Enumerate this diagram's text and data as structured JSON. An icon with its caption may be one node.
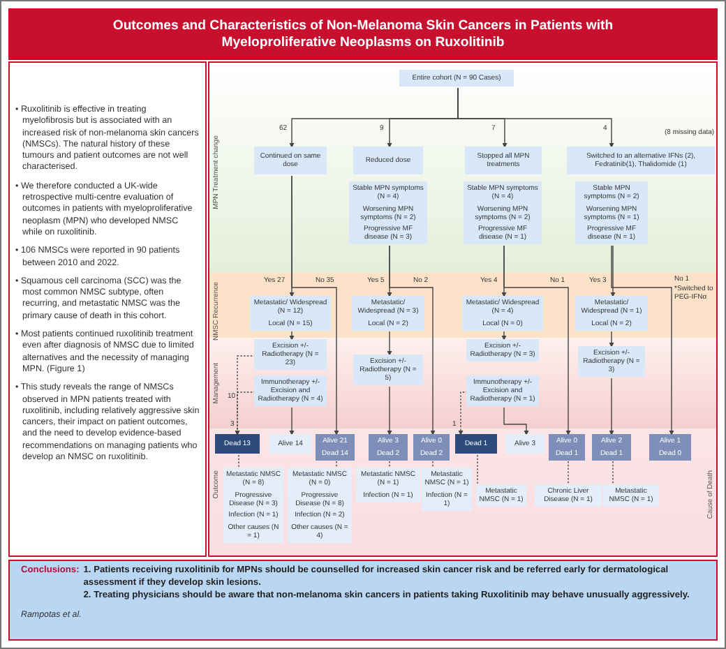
{
  "diagram": {
    "title": "Outcomes and Characteristics of Non-Melanoma Skin Cancers in Patients with Myeloproliferative Neoplasms on Ruxolitinib",
    "nodes": [
      {
        "text": [
          "Entire cohort (N = 90 Cases)"
        ]
      },
      {
        "text": [
          "Continued on same dose"
        ]
      },
      {
        "text": [
          "Reduced dose"
        ]
      },
      {
        "text": [
          "Stopped all MPN treatments"
        ]
      },
      {
        "text": [
          "Switched to an alternative IFNs (2), Fedratinib(1), Thalidomide (1)"
        ]
      },
      {
        "text": [
          "Stable MPN symptoms (N = 4)",
          "Worsening MPN symptoms (N = 2)",
          "Progressive MF disease (N = 3)"
        ]
      },
      {
        "text": [
          "Stable MPN symptoms (N = 4)",
          "Worsening MPN symptoms (N = 2)",
          "Progressive MF disease (N = 1)"
        ]
      },
      {
        "text": [
          "Stable MPN symptoms (N = 2)",
          "Worsening MPN symptoms (N = 1)",
          "Progressive MF disease (N = 1)"
        ]
      },
      {
        "text": [
          "Metastatic/ Widespread (N = 12)",
          "Local (N = 15)"
        ]
      },
      {
        "text": [
          "Metastatic/ Widespread (N = 3)",
          "Local (N = 2)"
        ]
      },
      {
        "text": [
          "Metastatic/ Widespread (N = 4)",
          "Local (N = 0)"
        ]
      },
      {
        "text": [
          "Metastatic/ Widespread (N = 1)",
          "Local (N = 2)"
        ]
      },
      {
        "text": [
          "Excision +/- Radiotherapy (N = 23)"
        ]
      },
      {
        "text": [
          "Immunotherapy +/- Excision and Radiotherapy (N = 4)"
        ]
      },
      {
        "text": [
          "Excision +/- Radiotherapy (N = 5)"
        ]
      },
      {
        "text": [
          "Excision +/- Radiotherapy (N = 3)"
        ]
      },
      {
        "text": [
          "Immunotherapy +/- Excision and Radiotherapy (N = 1)"
        ]
      },
      {
        "text": [
          "Excision +/- Radiotherapy (N = 3)"
        ]
      },
      {
        "text": [
          "Dead 13"
        ]
      },
      {
        "text": [
          "Alive 14"
        ]
      },
      {
        "text": [
          "Alive 21",
          "Dead 14"
        ]
      },
      {
        "text": [
          "Alive 3",
          "Dead 2"
        ]
      },
      {
        "text": [
          "Alive 0",
          "Dead 2"
        ]
      },
      {
        "text": [
          "Dead 1"
        ]
      },
      {
        "text": [
          "Alive 3"
        ]
      },
      {
        "text": [
          "Alive 0",
          "Dead 1"
        ]
      },
      {
        "text": [
          "Alive 2",
          "Dead 1"
        ]
      },
      {
        "text": [
          "Alive 1",
          "Dead 0"
        ]
      },
      {
        "text": [
          "Metastatic NMSC (N = 8)",
          "Progressive Disease (N = 3)",
          "Infection (N = 1)",
          "Other causes (N = 1)"
        ]
      },
      {
        "text": [
          "Metastatic NMSC (N = 0)",
          "Progressive Disease (N = 8)",
          "Infection (N = 2)",
          "Other causes (N = 4)"
        ]
      },
      {
        "text": [
          "Metastatic NMSC (N = 1)",
          "Infection (N = 1)"
        ]
      },
      {
        "text": [
          "Metastatic NMSC (N = 1)",
          "Infection (N = 1)"
        ]
      },
      {
        "text": [
          "Metastatic NMSC (N = 1)"
        ]
      },
      {
        "text": [
          "Chronic Liver Disease (N = 1)"
        ]
      },
      {
        "text": [
          "Metastatic NMSC (N = 1)"
        ]
      }
    ],
    "edges": [
      {
        "from": 0,
        "to": 1,
        "arrow": "to",
        "label": "62"
      },
      {
        "from": 0,
        "to": 2,
        "arrow": "to",
        "label": "9"
      },
      {
        "from": 0,
        "to": 3,
        "arrow": "to",
        "label": "7"
      },
      {
        "from": 0,
        "to": 4,
        "arrow": "to",
        "label": "4"
      },
      {
        "from": 1,
        "to": 8,
        "arrow": "to",
        "label": "Yes 27"
      },
      {
        "from": 1,
        "to": 20,
        "arrow": "to",
        "label": "No 35"
      },
      {
        "from": 5,
        "to": 9,
        "arrow": "to",
        "label": "Yes 5"
      },
      {
        "from": 5,
        "to": 22,
        "arrow": "to",
        "label": "No 2"
      },
      {
        "from": 6,
        "to": 10,
        "arrow": "to",
        "label": "Yes 4"
      },
      {
        "from": 6,
        "to": 25,
        "arrow": "to",
        "label": "No 1"
      },
      {
        "from": 7,
        "to": 11,
        "arrow": "to",
        "label": "Yes 3"
      },
      {
        "from": 7,
        "to": 27,
        "arrow": "to",
        "label": "No 1"
      },
      {
        "from": 8,
        "to": 12,
        "arrow": "to"
      },
      {
        "from": 9,
        "to": 14,
        "arrow": "to"
      },
      {
        "from": 10,
        "to": 15,
        "arrow": "to"
      },
      {
        "from": 11,
        "to": 17,
        "arrow": "to"
      },
      {
        "from": 12,
        "to": 18,
        "arrow": "to",
        "label": "10",
        "style": "dashed"
      },
      {
        "from": 13,
        "to": 18,
        "arrow": "to",
        "label": "3",
        "style": "dashed"
      },
      {
        "from": 13,
        "to": 19,
        "arrow": "to"
      },
      {
        "from": 14,
        "to": 21,
        "arrow": "to"
      },
      {
        "from": 16,
        "to": 23,
        "arrow": "to",
        "label": "1",
        "style": "dashed"
      },
      {
        "from": 16,
        "to": 24,
        "arrow": "to"
      },
      {
        "from": 17,
        "to": 26,
        "arrow": "to"
      },
      {
        "from": 18,
        "to": 28,
        "arrow": "none",
        "style": "dashed"
      },
      {
        "from": 20,
        "to": 29,
        "arrow": "none",
        "style": "dashed"
      },
      {
        "from": 21,
        "to": 30,
        "arrow": "none",
        "style": "dashed"
      },
      {
        "from": 22,
        "to": 31,
        "arrow": "none",
        "style": "dashed"
      },
      {
        "from": 23,
        "to": 32,
        "arrow": "none",
        "style": "dashed"
      },
      {
        "from": 25,
        "to": 33,
        "arrow": "none",
        "style": "dashed"
      },
      {
        "from": 26,
        "to": 34,
        "arrow": "none",
        "style": "dashed"
      }
    ],
    "labels": [
      "• Ruxolitinib is effective in treating myelofibrosis but is associated with an increased risk of non-melanoma skin cancers (NMSCs). The natural history of these tumours and patient outcomes are not well characterised.",
      "• We therefore conducted a UK-wide retrospective multi-centre evaluation of outcomes in patients with myeloproliferative neoplasm (MPN) who developed NMSC while on ruxolitinib.",
      "• 106 NMSCs were reported in 90 patients between 2010 and 2022.",
      "• Squamous cell carcinoma (SCC) was the most common NMSC subtype, often recurring, and metastatic NMSC was the primary cause of death in this cohort.",
      "• Most patients continued ruxolitinib treatment even after diagnosis of NMSC due to limited alternatives and the necessity of managing MPN. (Figure 1)",
      "• This study reveals the range of NMSCs observed in MPN patients treated with ruxolitinib, including relatively aggressive skin cancers, their impact on patient outcomes, and the need to develop evidence-based recommendations on managing patients who develop an NMSC on ruxolitinib.",
      "MPN Treatment change",
      "(8 missing data)",
      "NMSC Recurrence",
      "*Switched to PEG-IFNα",
      "Management",
      "Outcome",
      "Cause of Death",
      "Conclusions:",
      "1. Patients receiving ruxolitinib for MPNs should be counselled for increased skin cancer risk and be referred early for dermatological assessment if they develop skin lesions.",
      "2. Treating physicians should be aware that non-melanoma skin cancers in patients taking Ruxolitinib may behave unusually aggressively.",
      "Rampotas et al."
    ]
  }
}
